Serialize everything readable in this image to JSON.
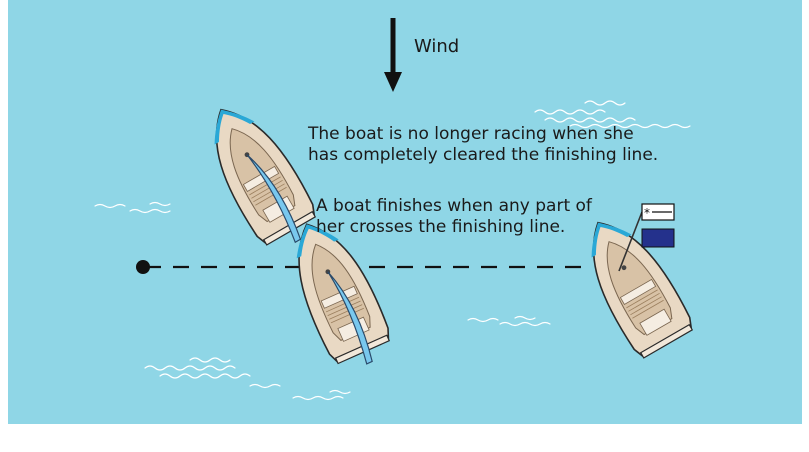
{
  "wind": {
    "label": "Wind"
  },
  "notes": {
    "racing": [
      "The boat is no longer racing when she",
      "has completely cleared the finishing line."
    ],
    "finish": [
      "A boat finishes when any part of",
      "her crosses the finishing line."
    ]
  },
  "colors": {
    "water": "#8fd6e6",
    "boat_deck": "#e9d9c4",
    "boat_trim": "#2aa8d6",
    "sail": "#79c8ee",
    "line": "#111111",
    "flag_blue": "#24318c"
  }
}
